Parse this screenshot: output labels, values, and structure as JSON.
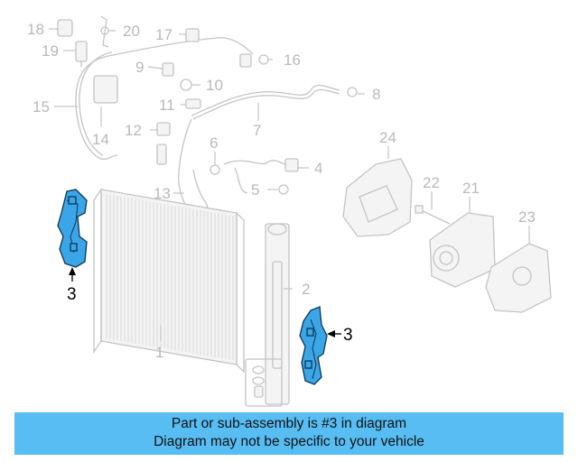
{
  "callouts": {
    "c1": "1",
    "c2": "2",
    "c3a": "3",
    "c3b": "3",
    "c4": "4",
    "c5": "5",
    "c6": "6",
    "c7": "7",
    "c8": "8",
    "c9": "9",
    "c10": "10",
    "c11": "11",
    "c12": "12",
    "c13": "13",
    "c14": "14",
    "c15": "15",
    "c16": "16",
    "c17": "17",
    "c18": "18",
    "c19": "19",
    "c20": "20",
    "c21": "21",
    "c22": "22",
    "c23": "23",
    "c24": "24"
  },
  "banner": {
    "line1": "Part or sub-assembly is #3 in diagram",
    "line2": "Diagram may not be specific to your vehicle"
  },
  "colors": {
    "highlight_part": "#3aa6e8",
    "banner_background": "#57bdf2",
    "faded_part": "#c4c4c4"
  },
  "highlighted_part": "3"
}
